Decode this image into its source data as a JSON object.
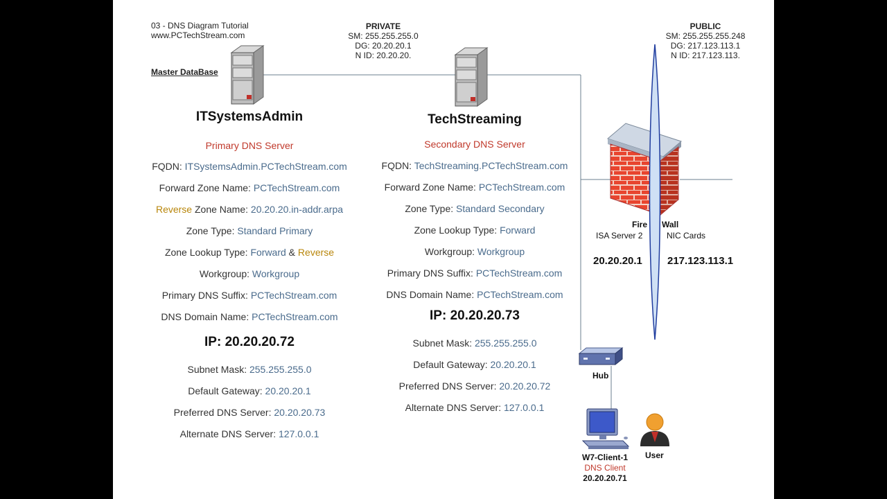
{
  "colors": {
    "value": "#4a6b8c",
    "red": "#c0392b",
    "orange": "#b8860b"
  },
  "header": {
    "tutorial_title": "03 - DNS Diagram Tutorial",
    "site": "www.PCTechStream.com",
    "master_db": "Master DataBase"
  },
  "private_net": {
    "title": "PRIVATE",
    "sm": "SM: 255.255.255.0",
    "dg": "DG: 20.20.20.1",
    "nid": "N ID: 20.20.20."
  },
  "public_net": {
    "title": "PUBLIC",
    "sm": "SM: 255.255.255.248",
    "dg": "DG: 217.123.113.1",
    "nid": "N ID: 217.123.113."
  },
  "server1": {
    "name": "ITSystemsAdmin",
    "role": "Primary DNS Server",
    "fqdn_label": "FQDN: ",
    "fqdn_value": "ITSystemsAdmin.PCTechStream.com",
    "fwd_label": "Forward Zone Name: ",
    "fwd_value": "PCTechStream.com",
    "rev_label_a": "Reverse",
    "rev_label_b": " Zone Name: ",
    "rev_value": "20.20.20.in-addr.arpa",
    "ztype_label": "Zone Type: ",
    "ztype_value": "Standard Primary",
    "lookup_label": "Zone Lookup Type: ",
    "lookup_fwd": "Forward",
    "lookup_amp": " & ",
    "lookup_rev": "Reverse",
    "wg_label": "Workgroup: ",
    "wg_value": "Workgroup",
    "suffix_label": "Primary DNS Suffix: ",
    "suffix_value": "PCTechStream.com",
    "domain_label": "DNS Domain Name: ",
    "domain_value": "PCTechStream.com",
    "ip": "IP: 20.20.20.72",
    "mask_label": "Subnet Mask: ",
    "mask_value": "255.255.255.0",
    "gw_label": "Default Gateway: ",
    "gw_value": "20.20.20.1",
    "pdns_label": "Preferred DNS Server: ",
    "pdns_value": "20.20.20.73",
    "adns_label": "Alternate DNS Server: ",
    "adns_value": "127.0.0.1"
  },
  "server2": {
    "name": "TechStreaming",
    "role": "Secondary DNS Server",
    "fqdn_label": "FQDN: ",
    "fqdn_value": "TechStreaming.PCTechStream.com",
    "fwd_label": "Forward Zone Name: ",
    "fwd_value": "PCTechStream.com",
    "ztype_label": "Zone Type: ",
    "ztype_value": "Standard Secondary",
    "lookup_label": "Zone Lookup Type: ",
    "lookup_value": "Forward",
    "wg_label": "Workgroup: ",
    "wg_value": "Workgroup",
    "suffix_label": "Primary DNS Suffix: ",
    "suffix_value": "PCTechStream.com",
    "domain_label": "DNS Domain Name: ",
    "domain_value": "PCTechStream.com",
    "ip": "IP: 20.20.20.73",
    "mask_label": "Subnet Mask: ",
    "mask_value": "255.255.255.0",
    "gw_label": "Default Gateway: ",
    "gw_value": "20.20.20.1",
    "pdns_label": "Preferred DNS Server: ",
    "pdns_value": "20.20.20.72",
    "adns_label": "Alternate DNS Server: ",
    "adns_value": "127.0.0.1"
  },
  "firewall": {
    "fire": "Fire",
    "wall": "Wall",
    "isa": "ISA Server 2",
    "nic": "NIC Cards",
    "ip_private": "20.20.20.1",
    "ip_public": "217.123.113.1"
  },
  "hub": {
    "label": "Hub"
  },
  "client": {
    "name": "W7-Client-1",
    "role": "DNS Client",
    "ip": "20.20.20.71"
  },
  "user": {
    "label": "User"
  }
}
